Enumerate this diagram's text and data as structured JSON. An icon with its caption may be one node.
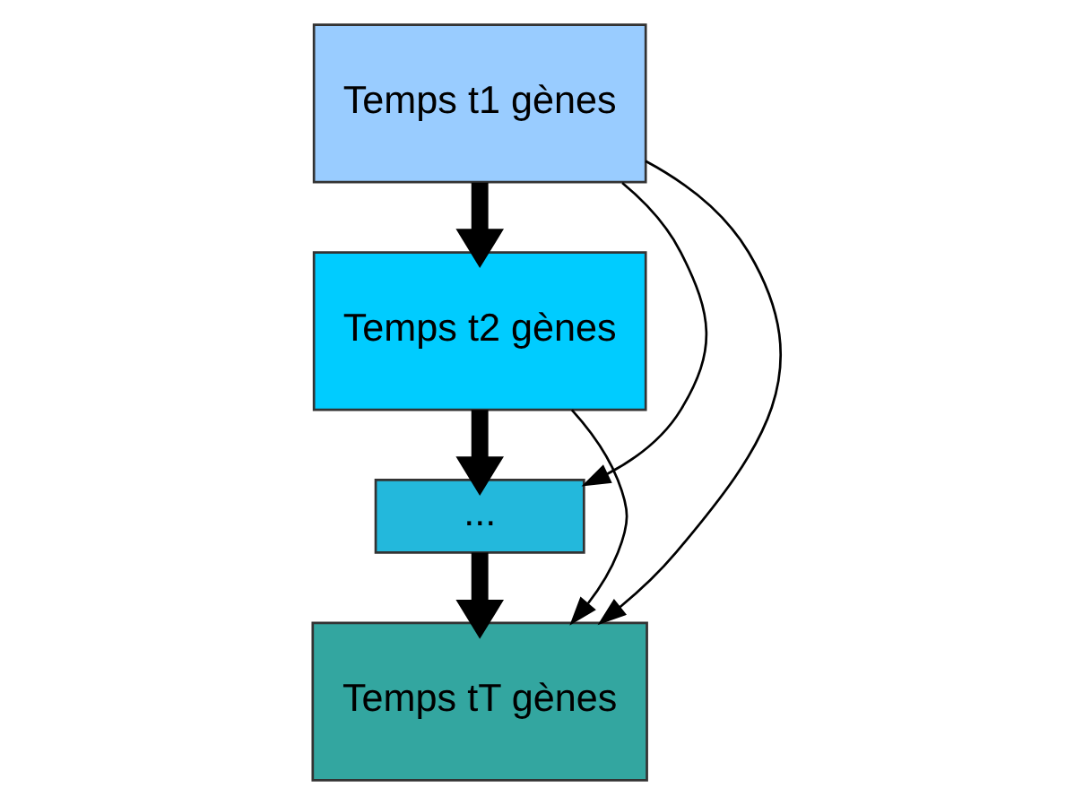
{
  "diagram": {
    "nodes": [
      {
        "text": [
          "Temps t1 gènes"
        ]
      },
      {
        "text": [
          "Temps t2 gènes"
        ]
      },
      {
        "text": [
          "..."
        ]
      },
      {
        "text": [
          "Temps tT gènes"
        ]
      }
    ],
    "edges": [
      {
        "from": 0,
        "to": 1,
        "arrow": "to",
        "style": "thick"
      },
      {
        "from": 1,
        "to": 2,
        "arrow": "to",
        "style": "thick"
      },
      {
        "from": 2,
        "to": 3,
        "arrow": "to",
        "style": "thick"
      },
      {
        "from": 0,
        "to": 2,
        "arrow": "to"
      },
      {
        "from": 0,
        "to": 3,
        "arrow": "to"
      },
      {
        "from": 1,
        "to": 3,
        "arrow": "to"
      }
    ]
  }
}
